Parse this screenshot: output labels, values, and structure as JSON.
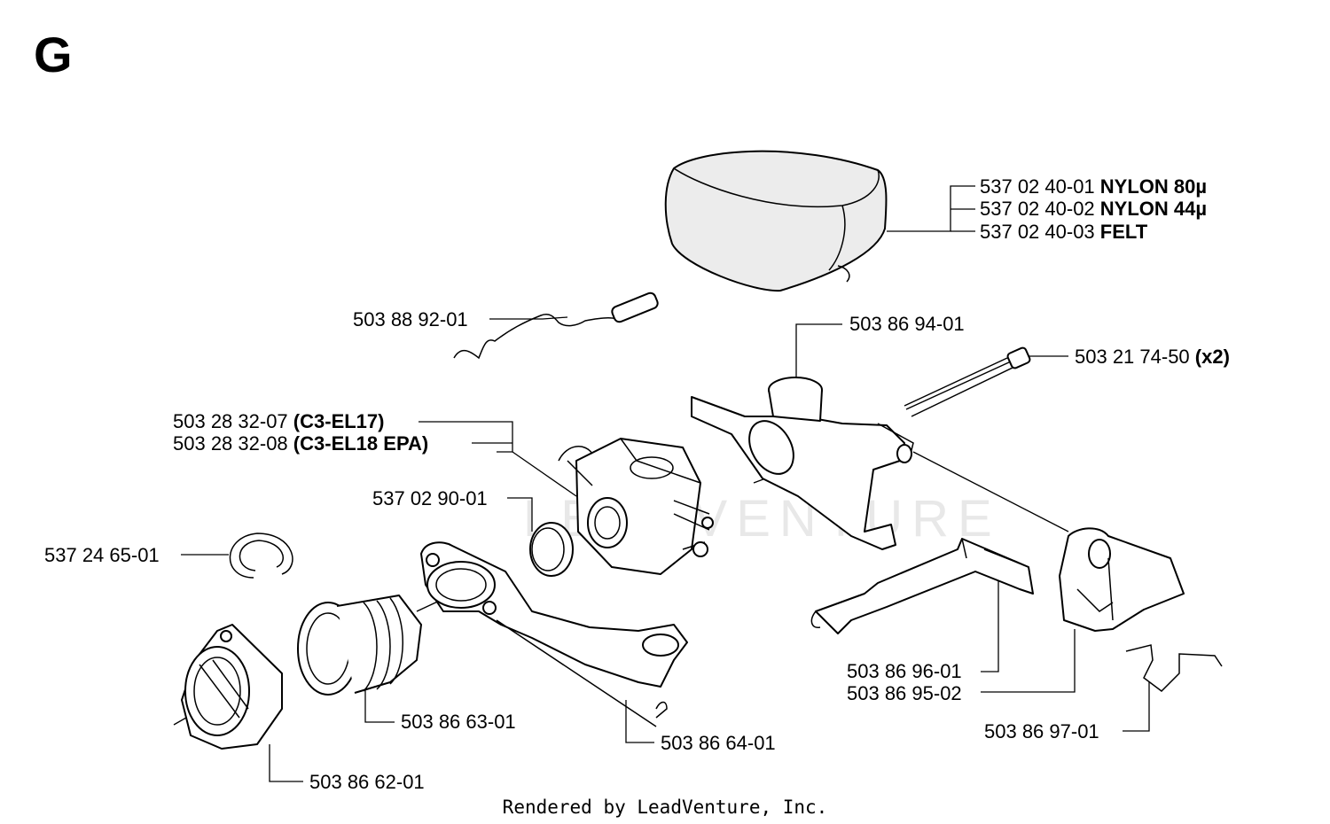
{
  "section": "G",
  "credit": "Rendered by LeadVenture, Inc.",
  "watermark": "LEADVENTURE",
  "callouts": {
    "air_filter": [
      {
        "part": "537 02 40-01",
        "note": "NYLON 80µ"
      },
      {
        "part": "537 02 40-02",
        "note": "NYLON 44µ"
      },
      {
        "part": "537 02 40-03",
        "note": "FELT"
      }
    ],
    "choke_rod": {
      "part": "503 88 92-01"
    },
    "carb_holder": {
      "part": "503 86 94-01"
    },
    "bolt": {
      "part": "503 21 74-50",
      "note": "(x2)"
    },
    "carburetor": [
      {
        "part": "503 28 32-07",
        "note": "(C3-EL17)"
      },
      {
        "part": "503 28 32-08",
        "note": "(C3-EL18 EPA)"
      }
    ],
    "gasket": {
      "part": "537 02 90-01"
    },
    "ring": {
      "part": "537 24 65-01"
    },
    "intake": {
      "part": "503 86 63-01"
    },
    "bracket": {
      "part": "503 86 64-01"
    },
    "flange": {
      "part": "503 86 62-01"
    },
    "throttle_rod": [
      {
        "part": "503 86 96-01"
      },
      {
        "part": "503 86 95-02"
      }
    ],
    "spring": {
      "part": "503 86 97-01"
    }
  }
}
